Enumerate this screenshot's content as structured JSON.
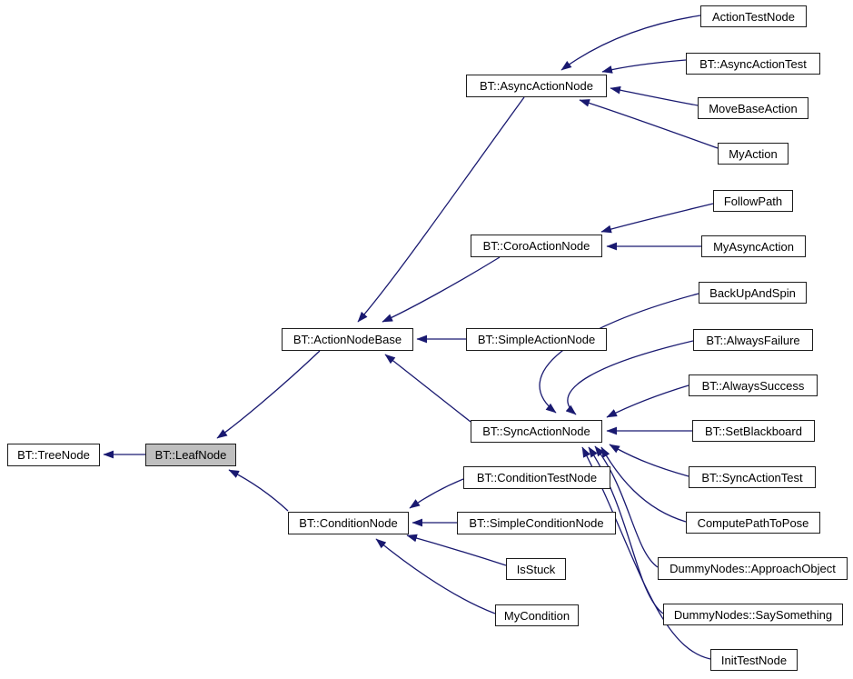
{
  "diagram": {
    "type": "class-inheritance-graph",
    "highlighted_node": "BT::LeafNode",
    "colors": {
      "edge": "#191970",
      "node_fill": "#ffffff",
      "highlight_fill": "#bfbfbf",
      "node_border": "#1c1c1c",
      "text": "#000000",
      "background": "#ffffff"
    },
    "nodes": {
      "tree_node": {
        "label": "BT::TreeNode"
      },
      "leaf_node": {
        "label": "BT::LeafNode"
      },
      "action_node_base": {
        "label": "BT::ActionNodeBase"
      },
      "condition_node": {
        "label": "BT::ConditionNode"
      },
      "async_action_node": {
        "label": "BT::AsyncActionNode"
      },
      "coro_action_node": {
        "label": "BT::CoroActionNode"
      },
      "simple_action_node": {
        "label": "BT::SimpleActionNode"
      },
      "sync_action_node": {
        "label": "BT::SyncActionNode"
      },
      "action_test_node": {
        "label": "ActionTestNode"
      },
      "async_action_test": {
        "label": "BT::AsyncActionTest"
      },
      "move_base_action": {
        "label": "MoveBaseAction"
      },
      "my_action": {
        "label": "MyAction"
      },
      "follow_path": {
        "label": "FollowPath"
      },
      "my_async_action": {
        "label": "MyAsyncAction"
      },
      "back_up_and_spin": {
        "label": "BackUpAndSpin"
      },
      "always_failure": {
        "label": "BT::AlwaysFailure"
      },
      "always_success": {
        "label": "BT::AlwaysSuccess"
      },
      "set_blackboard": {
        "label": "BT::SetBlackboard"
      },
      "sync_action_test": {
        "label": "BT::SyncActionTest"
      },
      "compute_path_to_pose": {
        "label": "ComputePathToPose"
      },
      "approach_object": {
        "label": "DummyNodes::ApproachObject"
      },
      "say_something": {
        "label": "DummyNodes::SaySomething"
      },
      "init_test_node": {
        "label": "InitTestNode"
      },
      "condition_test_node": {
        "label": "BT::ConditionTestNode"
      },
      "simple_condition_node": {
        "label": "BT::SimpleConditionNode"
      },
      "is_stuck": {
        "label": "IsStuck"
      },
      "my_condition": {
        "label": "MyCondition"
      }
    },
    "edges": [
      {
        "from": "BT::LeafNode",
        "to": "BT::TreeNode"
      },
      {
        "from": "BT::ActionNodeBase",
        "to": "BT::LeafNode"
      },
      {
        "from": "BT::ConditionNode",
        "to": "BT::LeafNode"
      },
      {
        "from": "BT::AsyncActionNode",
        "to": "BT::ActionNodeBase"
      },
      {
        "from": "BT::CoroActionNode",
        "to": "BT::ActionNodeBase"
      },
      {
        "from": "BT::SimpleActionNode",
        "to": "BT::ActionNodeBase"
      },
      {
        "from": "BT::SyncActionNode",
        "to": "BT::ActionNodeBase"
      },
      {
        "from": "ActionTestNode",
        "to": "BT::AsyncActionNode"
      },
      {
        "from": "BT::AsyncActionTest",
        "to": "BT::AsyncActionNode"
      },
      {
        "from": "MoveBaseAction",
        "to": "BT::AsyncActionNode"
      },
      {
        "from": "MyAction",
        "to": "BT::AsyncActionNode"
      },
      {
        "from": "FollowPath",
        "to": "BT::CoroActionNode"
      },
      {
        "from": "MyAsyncAction",
        "to": "BT::CoroActionNode"
      },
      {
        "from": "BackUpAndSpin",
        "to": "BT::SyncActionNode"
      },
      {
        "from": "BT::AlwaysFailure",
        "to": "BT::SyncActionNode"
      },
      {
        "from": "BT::AlwaysSuccess",
        "to": "BT::SyncActionNode"
      },
      {
        "from": "BT::SetBlackboard",
        "to": "BT::SyncActionNode"
      },
      {
        "from": "BT::SyncActionTest",
        "to": "BT::SyncActionNode"
      },
      {
        "from": "ComputePathToPose",
        "to": "BT::SyncActionNode"
      },
      {
        "from": "DummyNodes::ApproachObject",
        "to": "BT::SyncActionNode"
      },
      {
        "from": "DummyNodes::SaySomething",
        "to": "BT::SyncActionNode"
      },
      {
        "from": "InitTestNode",
        "to": "BT::SyncActionNode"
      },
      {
        "from": "BT::ConditionTestNode",
        "to": "BT::ConditionNode"
      },
      {
        "from": "BT::SimpleConditionNode",
        "to": "BT::ConditionNode"
      },
      {
        "from": "IsStuck",
        "to": "BT::ConditionNode"
      },
      {
        "from": "MyCondition",
        "to": "BT::ConditionNode"
      }
    ]
  }
}
